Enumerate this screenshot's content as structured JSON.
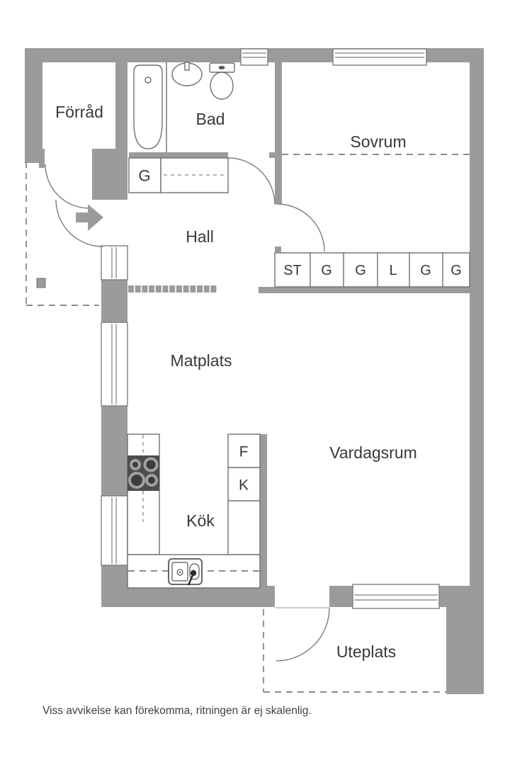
{
  "plan": {
    "rooms": {
      "forrad": "Förråd",
      "bad": "Bad",
      "sovrum": "Sovrum",
      "hall": "Hall",
      "matplats": "Matplats",
      "vardagsrum": "Vardagsrum",
      "kok": "Kök",
      "uteplats": "Uteplats"
    },
    "closet_row": [
      "ST",
      "G",
      "G",
      "L",
      "G",
      "G"
    ],
    "hall_closet": "G",
    "appliances": {
      "fridge": "F",
      "freezer": "K"
    },
    "footer": "Viss avvikelse kan förekomma, ritningen är ej skalenlig.",
    "colors": {
      "wall": "#9b9b9b",
      "outline": "#6e6e6e",
      "text": "#383838",
      "stove": "#4d4d4d"
    }
  }
}
